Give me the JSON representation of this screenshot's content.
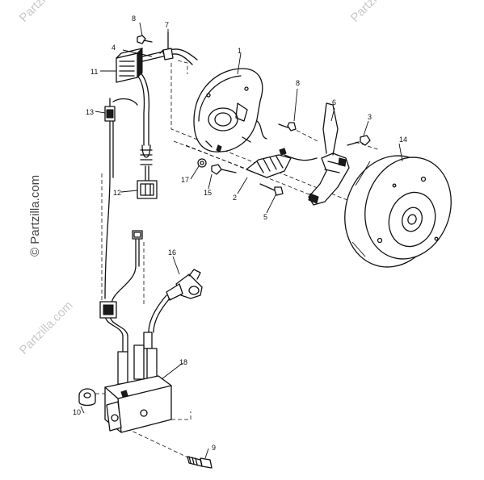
{
  "watermark": {
    "copyright_symbol": "©",
    "brand": "Partzilla.com",
    "side_text": "© Partzilla.com"
  },
  "callouts": {
    "c1": "1",
    "c2": "2",
    "c3": "3",
    "c4": "4",
    "c5": "5",
    "c6": "6",
    "c7": "7",
    "c8a": "8",
    "c8b": "8",
    "c9": "9",
    "c10": "10",
    "c11": "11",
    "c12": "12",
    "c13": "13",
    "c14": "14",
    "c15": "15",
    "c16": "16",
    "c17": "17",
    "c18": "18"
  },
  "colors": {
    "ink": "#111111",
    "watermark": "#c8c8c8"
  }
}
